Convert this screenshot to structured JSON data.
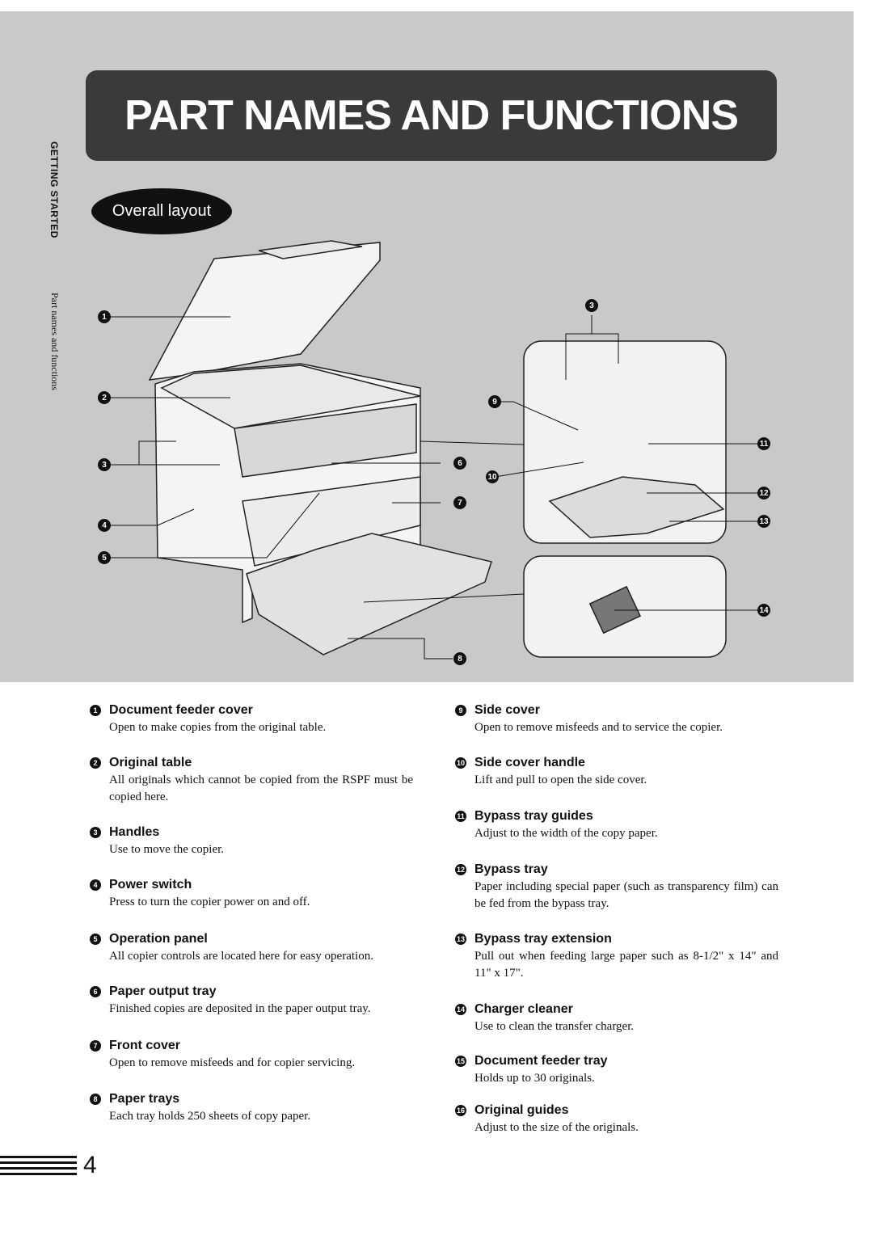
{
  "header": {
    "title": "PART NAMES AND FUNCTIONS",
    "subtitle": "Overall layout"
  },
  "side": {
    "section": "GETTING STARTED",
    "subsection": "Part names and functions"
  },
  "callouts": [
    "1",
    "2",
    "3",
    "3",
    "4",
    "5",
    "6",
    "7",
    "8",
    "9",
    "10",
    "11",
    "12",
    "13",
    "14"
  ],
  "parts": [
    {
      "num": "1",
      "name": "Document feeder cover",
      "desc": "Open to make copies from the original table."
    },
    {
      "num": "2",
      "name": "Original table",
      "desc": "All originals which cannot be copied from the RSPF must be copied here."
    },
    {
      "num": "3",
      "name": "Handles",
      "desc": "Use to move the copier."
    },
    {
      "num": "4",
      "name": "Power switch",
      "desc": "Press to turn the copier power on and off."
    },
    {
      "num": "5",
      "name": "Operation panel",
      "desc": "All copier controls are located here for easy operation."
    },
    {
      "num": "6",
      "name": "Paper output tray",
      "desc": "Finished copies are deposited in the paper output tray."
    },
    {
      "num": "7",
      "name": "Front cover",
      "desc": "Open to remove misfeeds and for copier servicing."
    },
    {
      "num": "8",
      "name": "Paper trays",
      "desc": "Each tray holds 250 sheets of copy paper."
    },
    {
      "num": "9",
      "name": "Side cover",
      "desc": "Open to remove misfeeds and to service the copier."
    },
    {
      "num": "10",
      "name": "Side cover handle",
      "desc": "Lift and pull to open the side cover."
    },
    {
      "num": "11",
      "name": "Bypass tray guides",
      "desc": "Adjust to the width of the copy paper."
    },
    {
      "num": "12",
      "name": "Bypass tray",
      "desc": "Paper including special paper (such as transparency film) can be fed from the bypass tray."
    },
    {
      "num": "13",
      "name": "Bypass tray extension",
      "desc": "Pull out when feeding large paper such as 8-1/2\" x 14\" and 11\" x 17\"."
    },
    {
      "num": "14",
      "name": "Charger cleaner",
      "desc": "Use to clean the transfer charger."
    },
    {
      "num": "15",
      "name": "Document feeder tray",
      "desc": "Holds up to 30 originals."
    },
    {
      "num": "16",
      "name": "Original guides",
      "desc": "Adjust to the size of the originals."
    }
  ],
  "footer": {
    "page_number": "4"
  }
}
